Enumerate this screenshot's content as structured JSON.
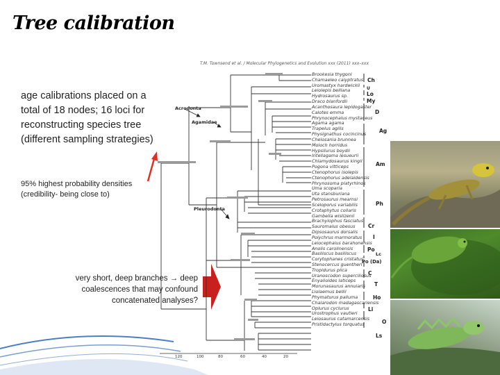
{
  "slide": {
    "title": "Tree calibration",
    "paragraph1": "age calibrations placed on a total of 18 nodes; 16 loci for reconstructing species tree (different sampling strategies)",
    "paragraph2": "95% highest probability densities (credibility- being close to)",
    "paragraph3": "very short, deep branches → deep coalescences that may confound concatenated analyses?"
  },
  "figure": {
    "journal_header": "T.M. Townsend et al. / Molecular Phylogenetics and Evolution xxx (2011) xxx–xxx",
    "node_labels": {
      "acrodonta": "Acrodonta",
      "agamidae": "Agamidae",
      "pleurodonta": "Pleurodonta"
    },
    "taxa": [
      "Brookesia thygoni",
      "Chamaeleo calyptratus",
      "Uromastyx hardwickii",
      "Leiolepis belliana",
      "Hydrosaurus sp.",
      "Draco blanfordii",
      "Acanthosaura lepidogaster",
      "Calotes emma",
      "Phrynocephalus mystaceus",
      "Agama agama",
      "Trapelus agilis",
      "Physignathus cocincinus",
      "Chelosania brunnea",
      "Moloch horridus",
      "Hypsilurus boydii",
      "Intellagama lesueurii",
      "Chlamydosaurus kingii",
      "Pogona vitticeps",
      "Ctenophorus isolepis",
      "Ctenophorus adelaidensis",
      "Phrynosoma platyrhinos",
      "Uma scoparia",
      "Uta stansburiana",
      "Petrosaurus mearnsi",
      "Sceloporus variabilis",
      "Crotaphytus collaris",
      "Gambelia wislizenii",
      "Brachylophus fasciatus",
      "Sauromalus obesus",
      "Dipsosaurus dorsalis",
      "Polychrus marmoratus",
      "Leiocephalus barahonensis",
      "Anolis carolinensis",
      "Basiliscus basiliscus",
      "Corytophanes cristatus",
      "Stenocercus guentheri",
      "Tropidurus plica",
      "Uranoscodon superciliosus",
      "Enyalioides laticeps",
      "Morunasaurus annularis",
      "Liolaemus bellii",
      "Phymaturus palluma",
      "Chalarodon madagascariensis",
      "Oplurus cyclurus",
      "Urostrophus vautieri",
      "Leiosaurus catamarcensis",
      "Pristidactylus torquatus"
    ],
    "clade_labels": [
      "Ch",
      "U",
      "Lo",
      "My",
      "D",
      "Ag",
      "Am",
      "Ph",
      "Cr",
      "I",
      "Po",
      "Lc",
      "Po (Da)",
      "C",
      "T",
      "Ho",
      "Li",
      "O",
      "Ls"
    ],
    "axis_ticks": [
      "120",
      "100",
      "80",
      "60",
      "40",
      "20"
    ]
  },
  "colors": {
    "arrow_red": "#e03020",
    "arrow_dark_red": "#c0201a",
    "footer_blue": "#1f5fb0",
    "tree_line": "#333333",
    "hpd_bar": "#9a9a9a"
  },
  "photos": [
    {
      "icon": "agamid-lizard-photo"
    },
    {
      "icon": "green-anole-photo"
    },
    {
      "icon": "basilisk-lizard-photo"
    }
  ]
}
